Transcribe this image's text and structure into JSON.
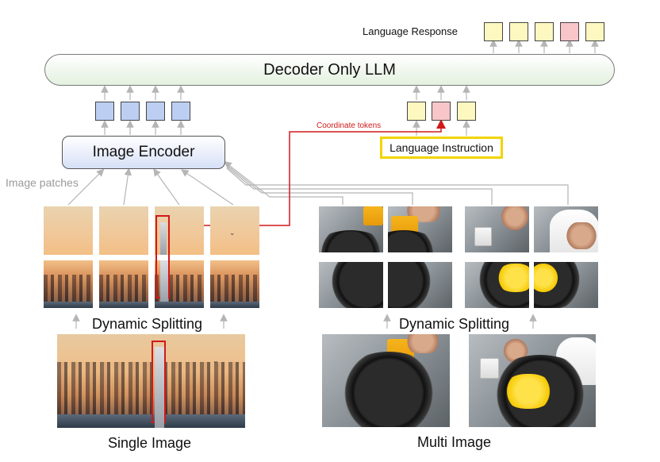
{
  "labels": {
    "language_response": "Language Response",
    "llm": "Decoder Only LLM",
    "image_encoder": "Image Encoder",
    "language_instruction": "Language Instruction",
    "coordinate_tokens": "Coordinate tokens",
    "image_patches": "Image patches",
    "dynamic_splitting_left": "Dynamic Splitting",
    "dynamic_splitting_right": "Dynamic Splitting",
    "single_image": "Single Image",
    "multi_image": "Multi Image"
  },
  "colors": {
    "image_token": "#bccff3",
    "language_token": "#fdf8c0",
    "coordinate_token": "#f8c5c9",
    "coordinate_arrow": "#d01a1a",
    "instruction_border": "#f2d400",
    "llm_fill": "#e3f1df",
    "encoder_fill": "#d6e0f7",
    "connector": "#b5b5b5"
  },
  "icons": {
    "arrow": "upward-arrow-icon"
  }
}
